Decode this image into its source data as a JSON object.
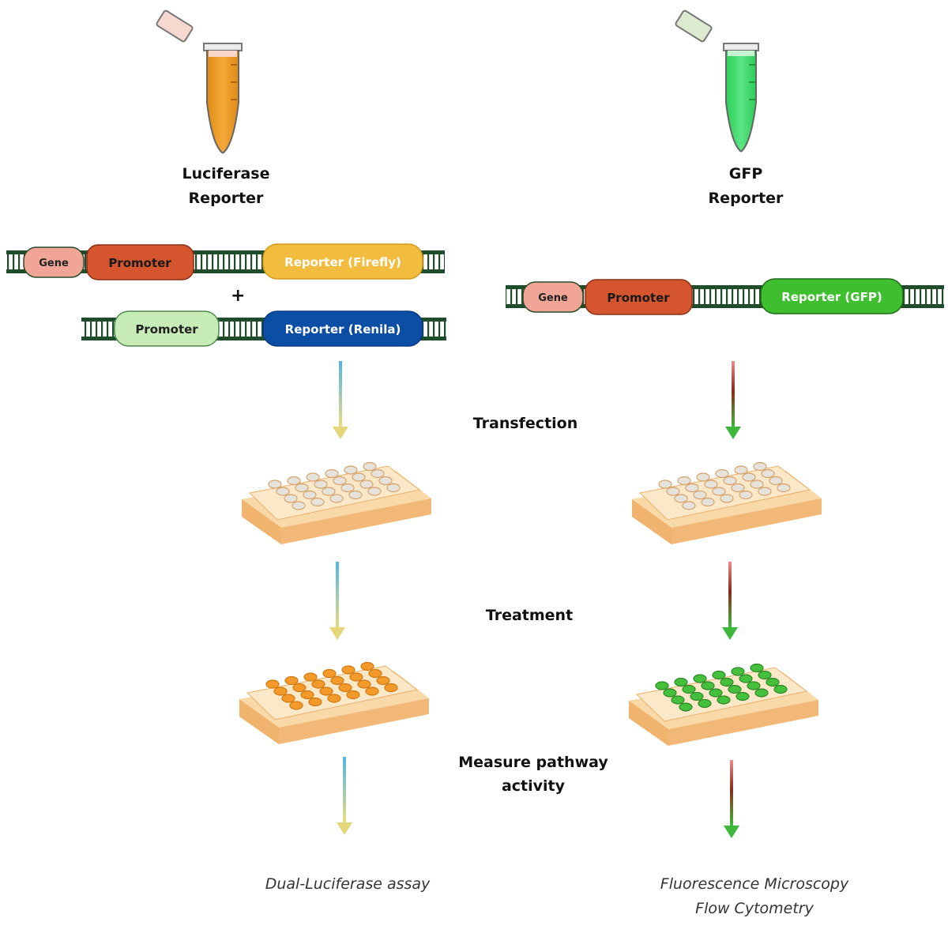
{
  "luciferase": {
    "title_line1": "Luciferase",
    "title_line2": "Reporter",
    "construct1": {
      "gene": "Gene",
      "promoter": "Promoter",
      "reporter": "Reporter (Firefly)"
    },
    "plus": "+",
    "construct2": {
      "promoter": "Promoter",
      "reporter": "Reporter (Renila)"
    },
    "output": "Dual-Luciferase assay"
  },
  "gfp": {
    "title_line1": "GFP",
    "title_line2": "Reporter",
    "construct": {
      "gene": "Gene",
      "promoter": "Promoter",
      "reporter": "Reporter (GFP)"
    },
    "output_line1": "Fluorescence Microscopy",
    "output_line2": "Flow Cytometry"
  },
  "steps": {
    "transfection": "Transfection",
    "treatment": "Treatment",
    "measure_line1": "Measure pathway",
    "measure_line2": "activity"
  },
  "colors": {
    "gene": "#f0a596",
    "promoter_red": "#d4552e",
    "firefly": "#f2bd3f",
    "promoter_green": "#c8ecb7",
    "renilla": "#0a4ea6",
    "gfp": "#3fbf2f",
    "tube_orange": "#ee9b24",
    "tube_green": "#3ed86a",
    "plate": "#f6c98c",
    "well_orange": "#f39a2a",
    "well_green": "#44c03c",
    "dna_green": "#1f4d2c"
  }
}
